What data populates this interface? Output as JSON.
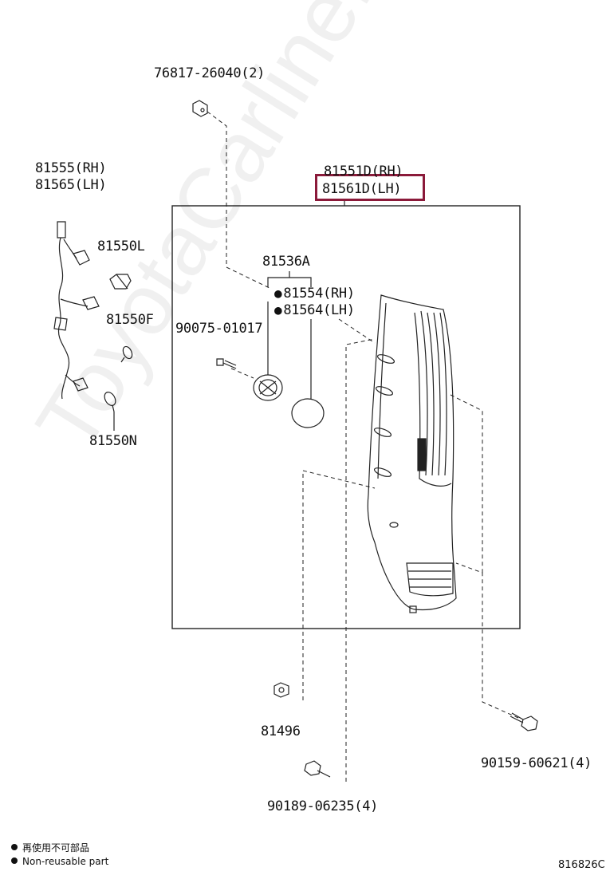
{
  "watermark": "ToyotaCarline.ru",
  "parts": {
    "clip_top": "76817-26040(2)",
    "harness_rh": "81555(RH)",
    "harness_lh": "81565(LH)",
    "bulb_l": "81550L",
    "bulb_f": "81550F",
    "bulb_n": "81550N",
    "lamp_rh": "81551D(RH)",
    "lamp_lh": "81561D(LH)",
    "socket": "81536A",
    "gasket_rh": "81554(RH)",
    "gasket_lh": "81564(LH)",
    "screw_small": "90075-01017",
    "nut": "81496",
    "bolt_bottom": "90189-06235(4)",
    "bolt_right": "90159-60621(4)"
  },
  "highlight_color": "#8b1a3a",
  "legend": {
    "cn": "再使用不可部品",
    "en": "Non-reusable part"
  },
  "figure_id": "816826C"
}
